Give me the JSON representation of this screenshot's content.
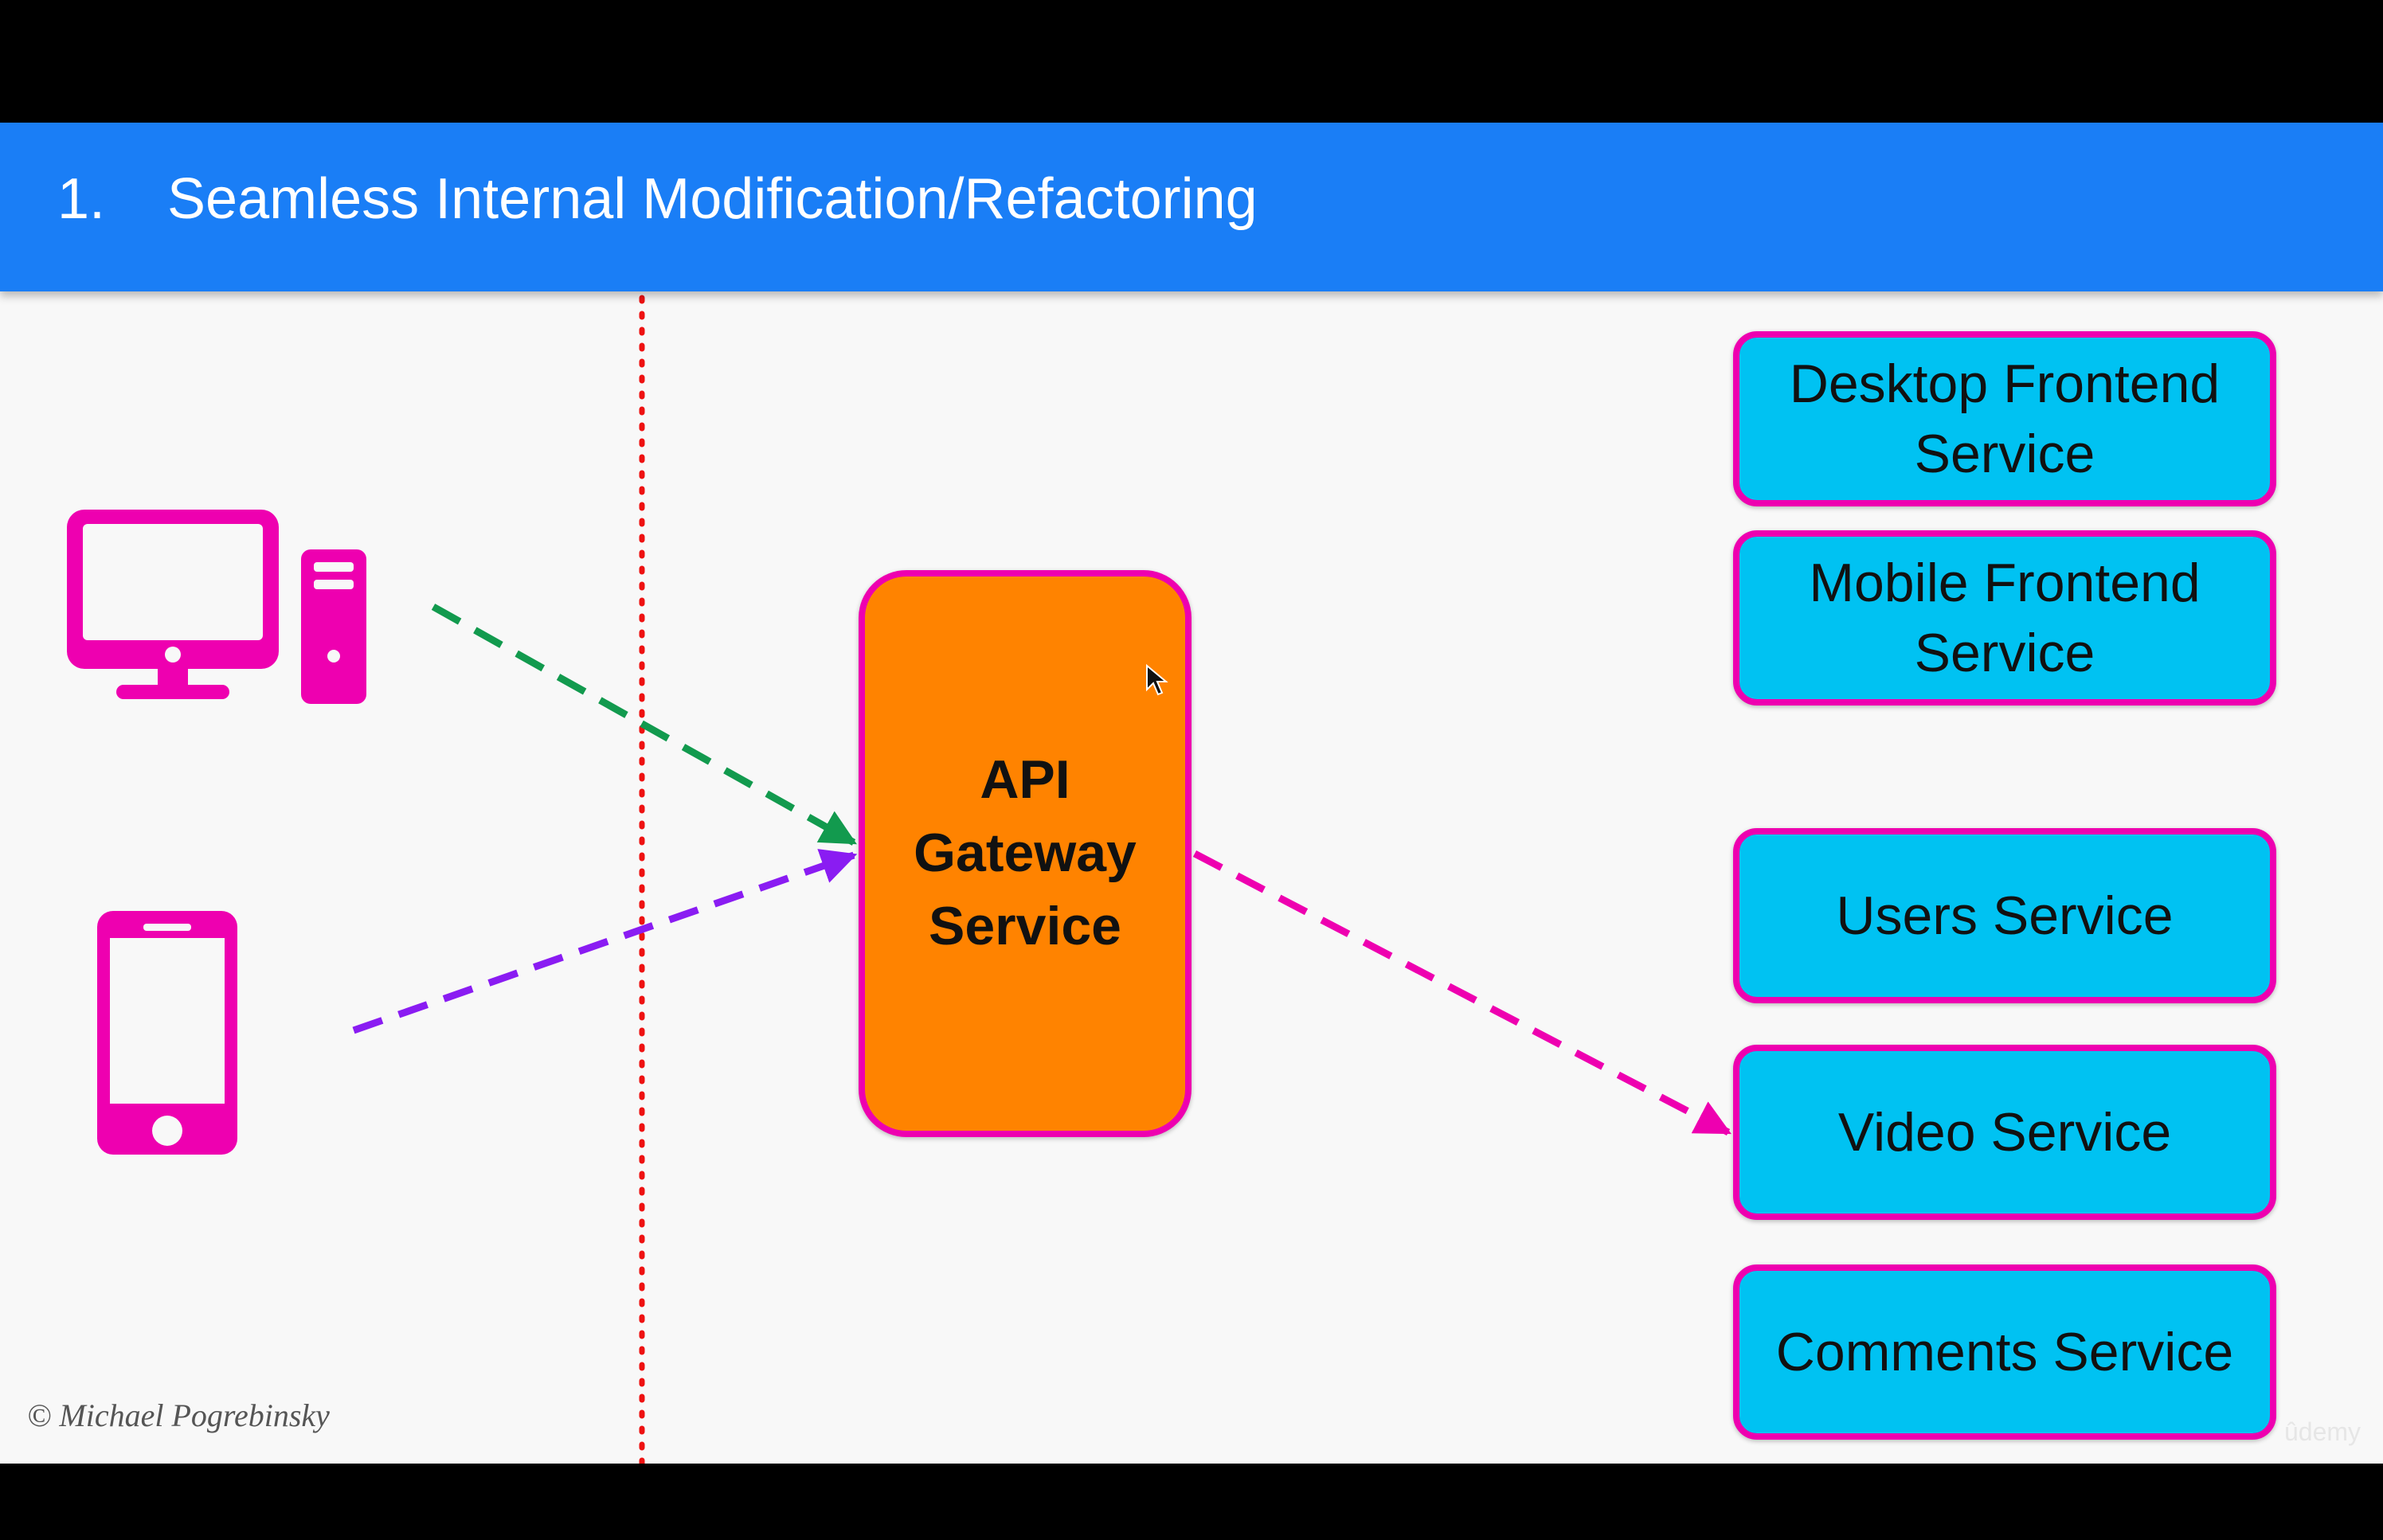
{
  "slide": {
    "number": "1.",
    "title": "Seamless Internal Modification/Refactoring",
    "copyright": "© Michael Pogrebinsky",
    "watermark": "ûdemy"
  },
  "clients": {
    "desktop_icon": "desktop-computer-icon",
    "mobile_icon": "smartphone-icon"
  },
  "gateway": {
    "label": "API\nGateway\nService"
  },
  "services": [
    {
      "label": "Desktop Frontend\nService"
    },
    {
      "label": "Mobile Frontend\nService"
    },
    {
      "label": "Users Service"
    },
    {
      "label": "Video Service"
    },
    {
      "label": "Comments Service"
    }
  ],
  "colors": {
    "title_bar": "#1a7ef6",
    "client_icons": "#ee00b0",
    "gateway_fill": "#ff8300",
    "service_fill": "#00c2f2",
    "box_border": "#ee00b0",
    "desktop_arrow": "#129a4e",
    "mobile_arrow": "#8a1cf2",
    "service_arrow": "#ee00b0",
    "boundary_line": "#ee1111"
  }
}
